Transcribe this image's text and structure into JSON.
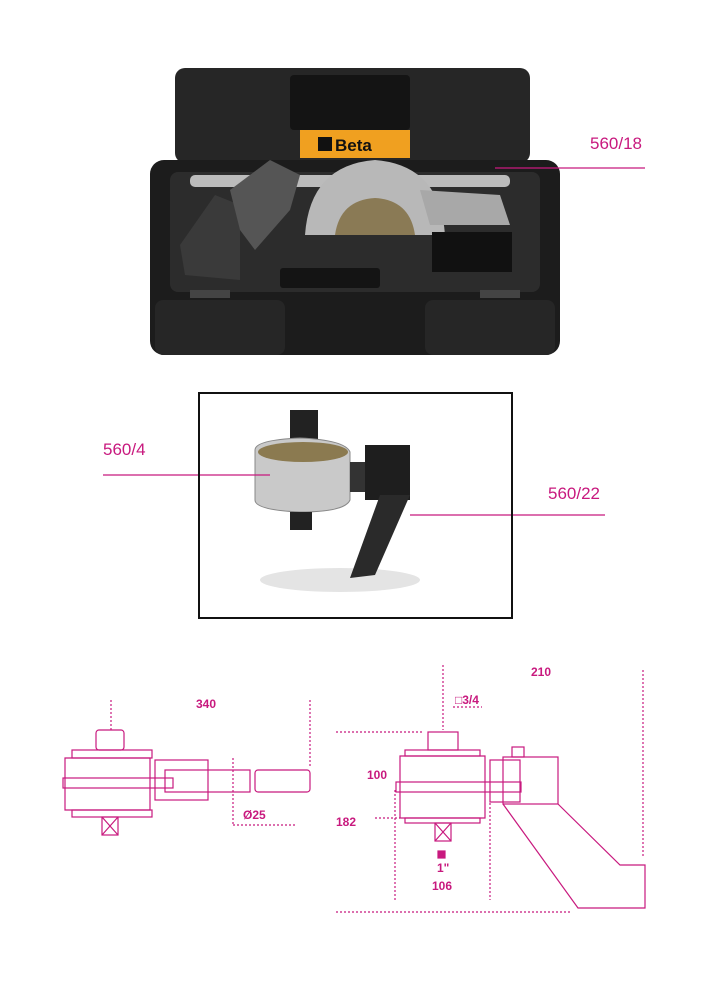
{
  "colors": {
    "accent": "#c8197e",
    "case": "#1e1e1e",
    "brand_label": "#f0a020"
  },
  "case_photo": {
    "brand": "Beta",
    "callout": "560/18"
  },
  "detail_photo": {
    "callout_left": "560/4",
    "callout_right": "560/22"
  },
  "drawing_left": {
    "length": "340",
    "diameter": "Ø25"
  },
  "drawing_right": {
    "width": "210",
    "input_square": "□3/4",
    "height": "100",
    "depth": "182",
    "output_square": "1\"",
    "output_width": "106"
  }
}
